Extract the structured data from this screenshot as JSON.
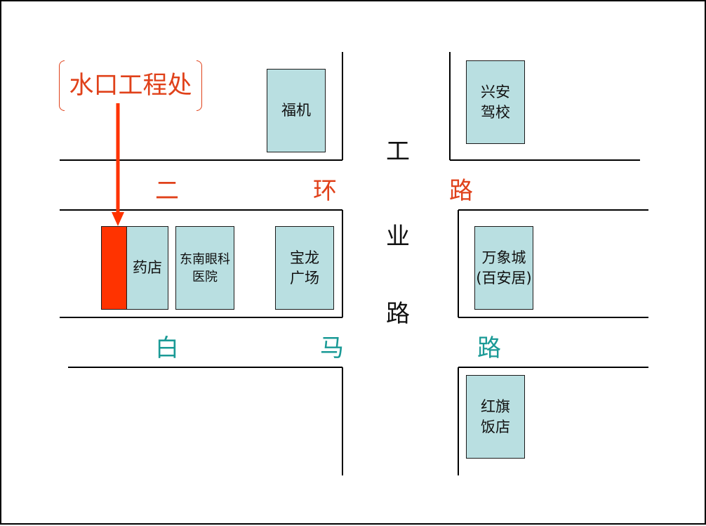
{
  "colors": {
    "building_fill": "#b9dfe1",
    "road_label_red": "#e0411a",
    "road_label_teal": "#1a9a96",
    "marker_red": "#ff3300",
    "line": "#000000"
  },
  "callout": {
    "label": "水口工程处"
  },
  "buildings": {
    "fuji": "福机",
    "xingan": "兴安\n驾校",
    "yaodian": "药店",
    "dongnan": "东南眼科\n医院",
    "baolong": "宝龙\n广场",
    "wanxiang": "万象城\n(百安居)",
    "hongqi": "红旗\n饭店"
  },
  "roads": {
    "erhuan": [
      "二",
      "环",
      "路"
    ],
    "baima": [
      "白",
      "马",
      "路"
    ],
    "gongye": [
      "工",
      "业",
      "路"
    ]
  }
}
